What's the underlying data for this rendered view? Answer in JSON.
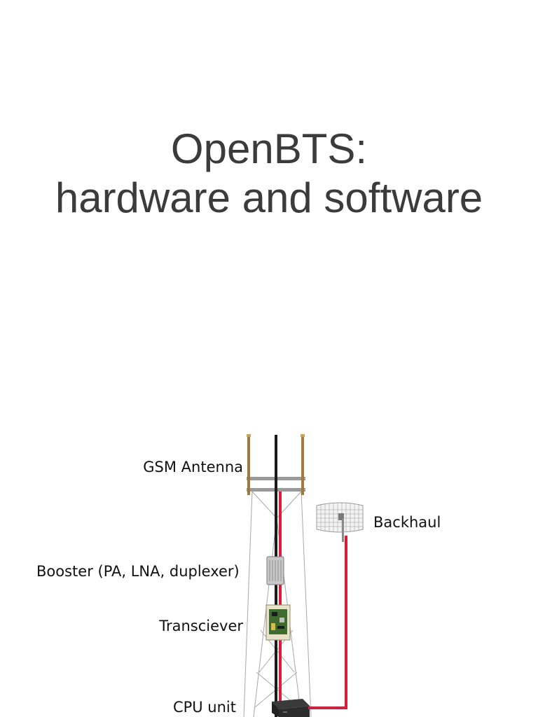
{
  "title": {
    "line1": "OpenBTS:",
    "line2": "hardware and software"
  },
  "diagram": {
    "labels": {
      "gsm_antenna": "GSM Antenna",
      "backhaul": "Backhaul",
      "booster": "Booster (PA, LNA, duplexer)",
      "transceiver": "Transciever",
      "cpu_unit": "CPU unit"
    },
    "colors": {
      "cable_red": "#d81e3a",
      "mast_gray": "#9a9a9a",
      "antenna_bronze": "#a07a3a",
      "cable_black": "#1a1a1a",
      "board_green": "#3f6b2e"
    }
  }
}
